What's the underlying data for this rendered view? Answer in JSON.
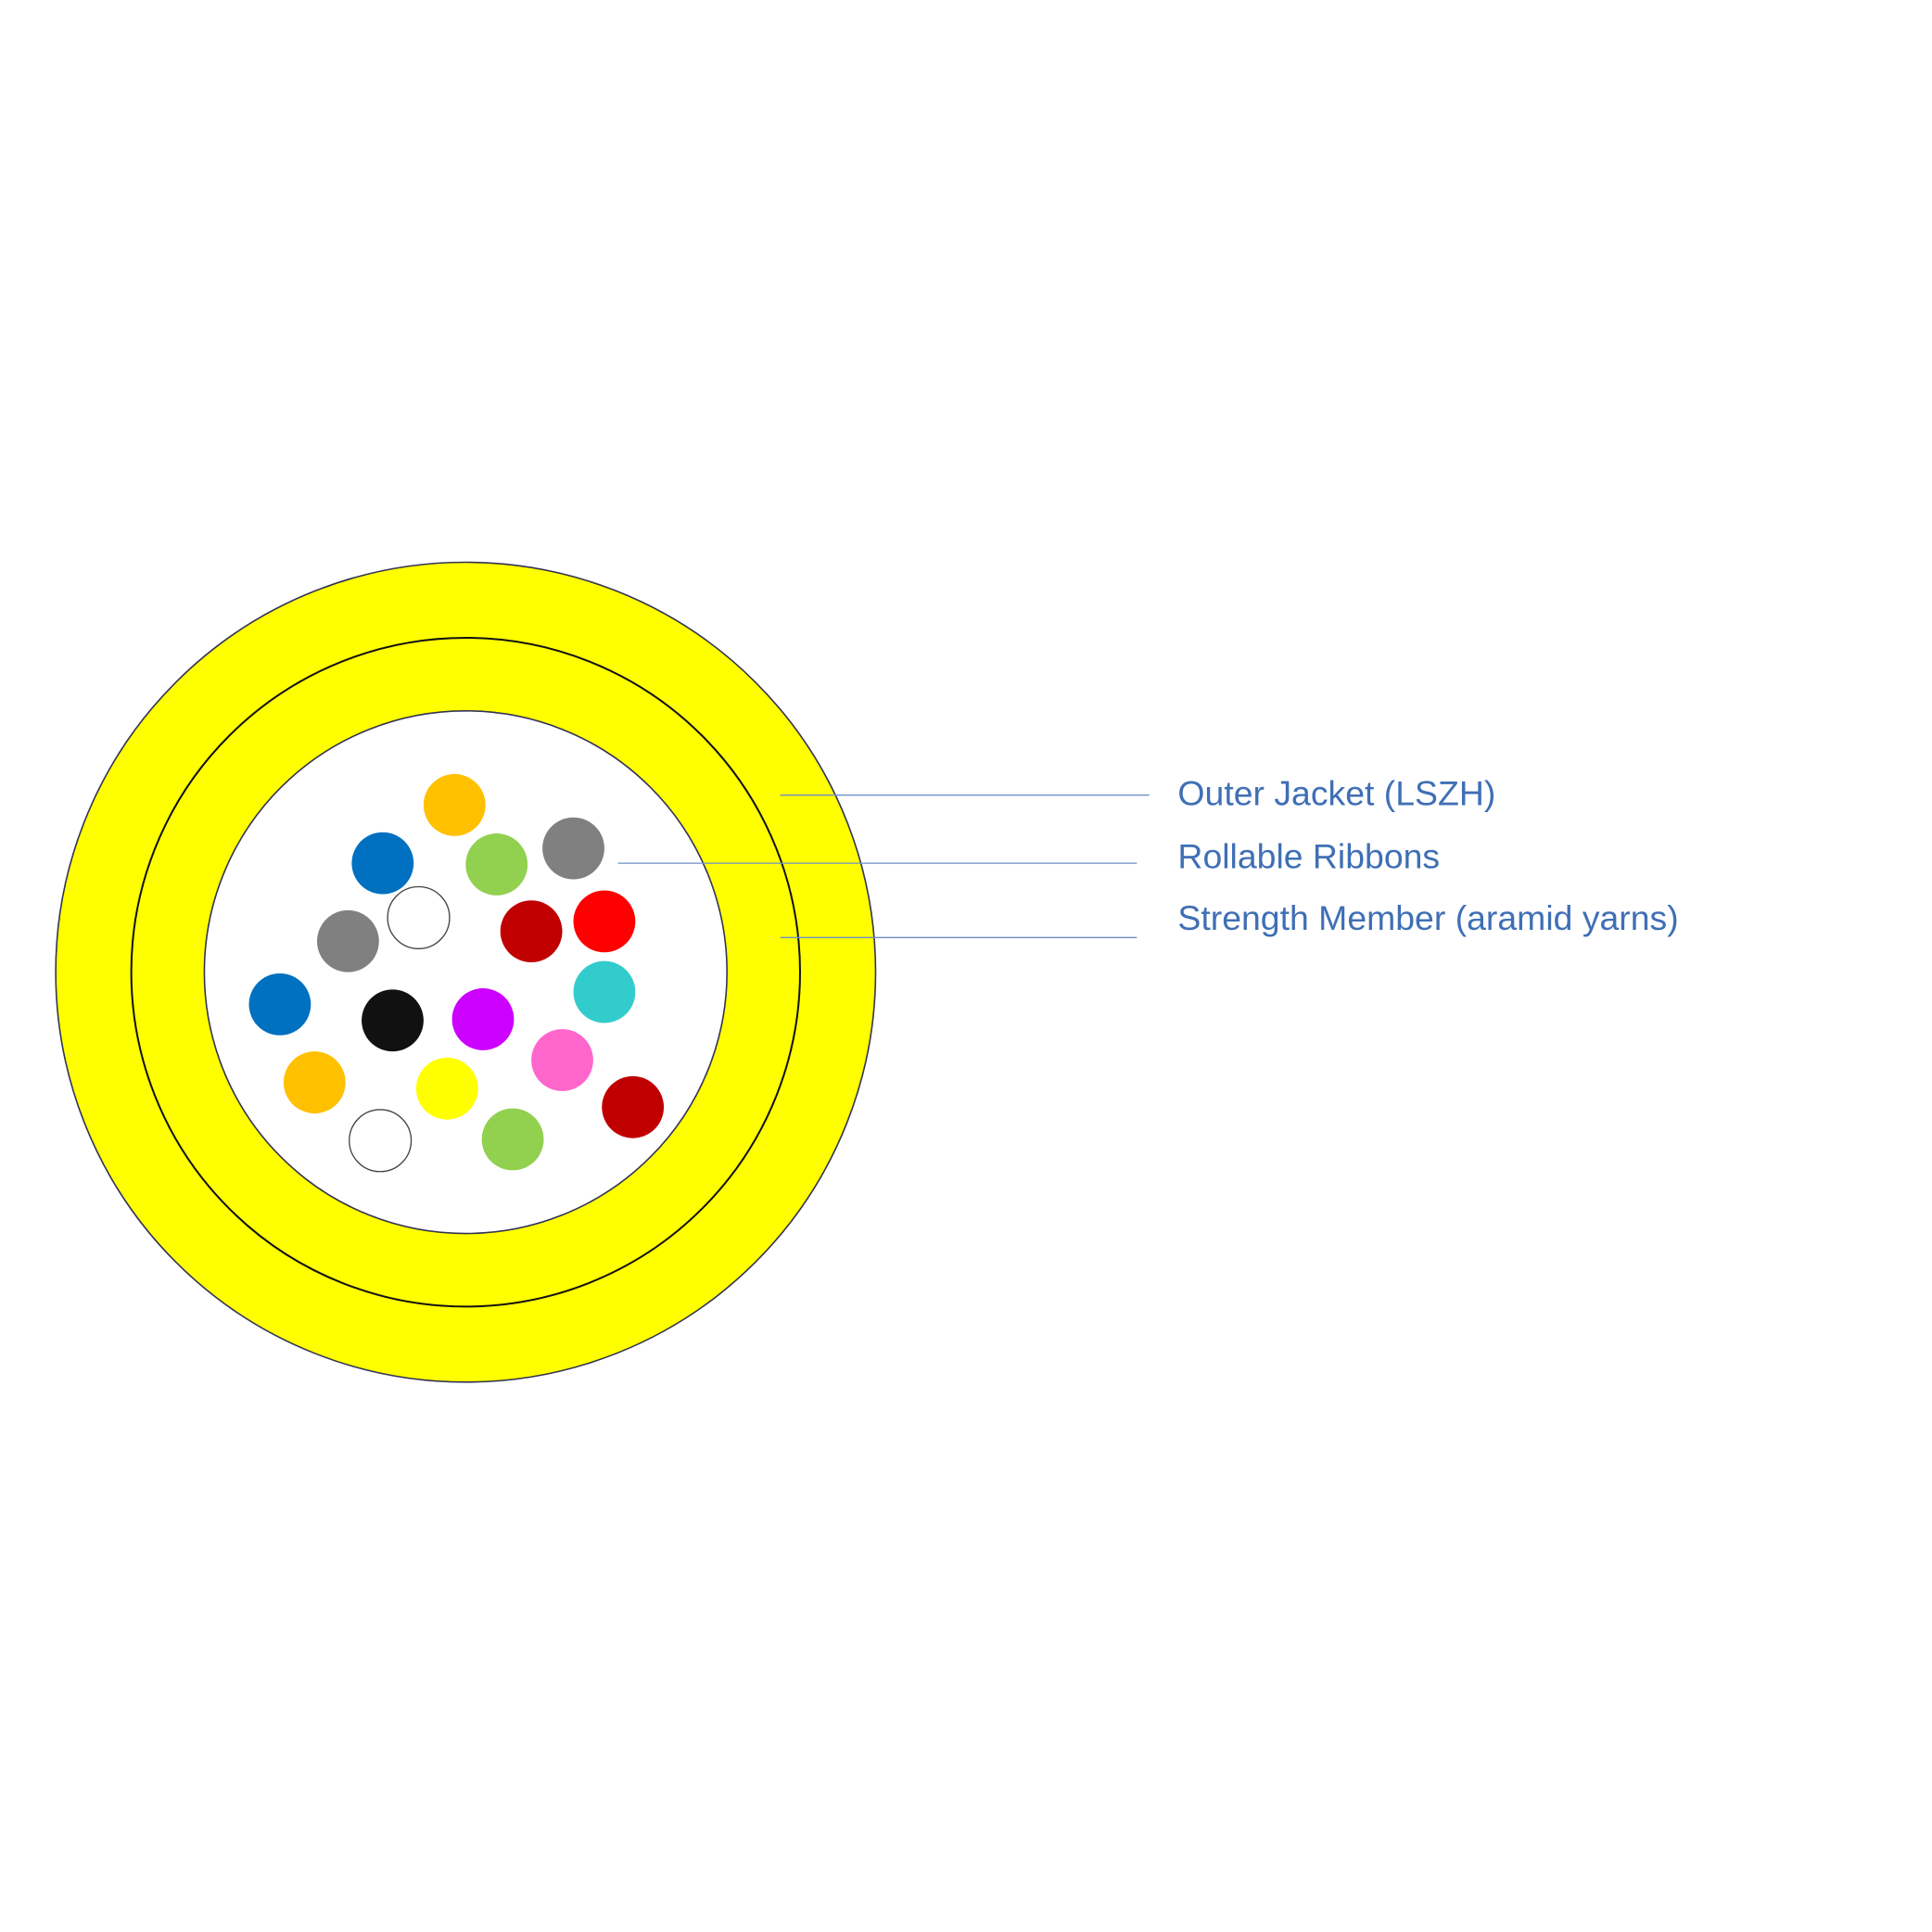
{
  "diagram": {
    "labels": {
      "outer_jacket": "Outer Jacket (LSZH)",
      "rollable_ribbons": "Rollable Ribbons",
      "strength_member": "Strength Member (aramid yarns)"
    },
    "colors": {
      "jacket": "#ffff00",
      "label_text": "#3f6fb5",
      "fibers": [
        "#ffc000",
        "#0070c0",
        "#92d050",
        "#808080",
        "#ffffff",
        "#808080",
        "#c00000",
        "#ff0000",
        "#0070c0",
        "#111111",
        "#cc00ff",
        "#33cccc",
        "#ffc000",
        "#ffff00",
        "#ff66cc",
        "#c00000",
        "#ffffff",
        "#92d050"
      ]
    }
  }
}
